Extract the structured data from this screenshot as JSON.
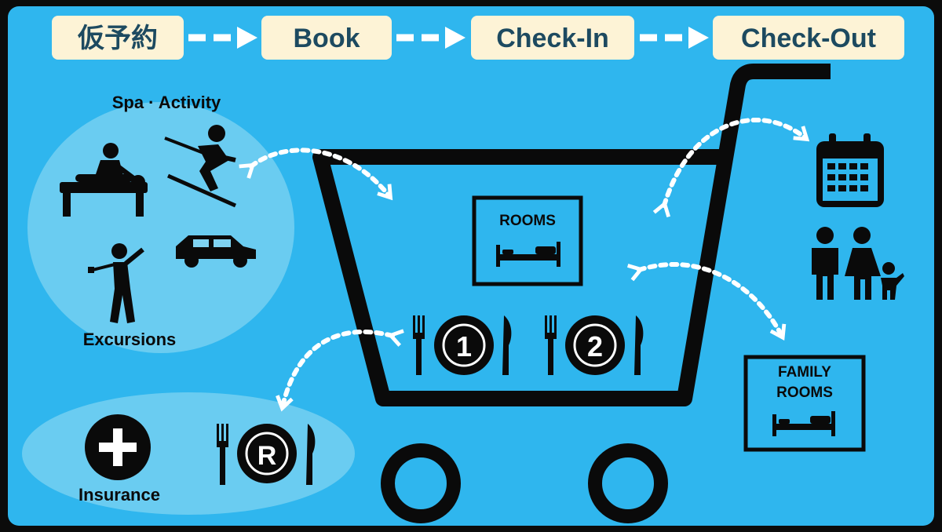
{
  "colors": {
    "background": "#2fb6ee",
    "step_box": "#fdf3d6",
    "step_text": "#1d4a60",
    "icon": "#0a0a0a",
    "cluster": "#7fd3f2"
  },
  "flow": {
    "steps": [
      "仮予約",
      "Book",
      "Check-In",
      "Check-Out"
    ]
  },
  "labels": {
    "spa_activity": "Spa · Activity",
    "excursions": "Excursions",
    "insurance": "Insurance",
    "rooms": "ROOMS",
    "family_rooms_line1": "FAMILY",
    "family_rooms_line2": "ROOMS",
    "meal_1": "1",
    "meal_2": "2",
    "restaurant": "R"
  },
  "icons": [
    "massage-icon",
    "skier-icon",
    "golfer-icon",
    "car-icon",
    "shopping-cart-icon",
    "bed-icon",
    "calendar-icon",
    "family-icon",
    "plus-circle-icon",
    "fork-icon",
    "knife-icon"
  ]
}
